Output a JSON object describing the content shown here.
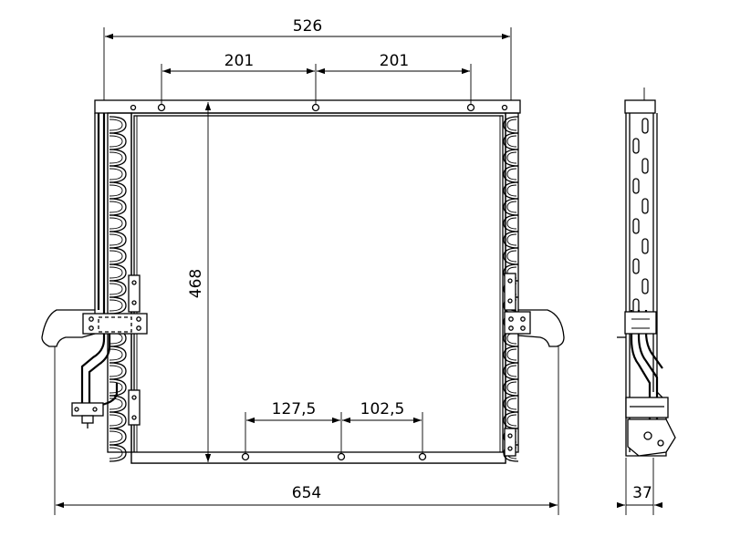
{
  "dimensions": {
    "overall_top_width": "526",
    "mount_spacing_left": "201",
    "mount_spacing_right": "201",
    "core_height": "468",
    "bottom_spacing_left": "127,5",
    "bottom_spacing_right": "102,5",
    "overall_bracket_width": "654",
    "depth": "37"
  }
}
